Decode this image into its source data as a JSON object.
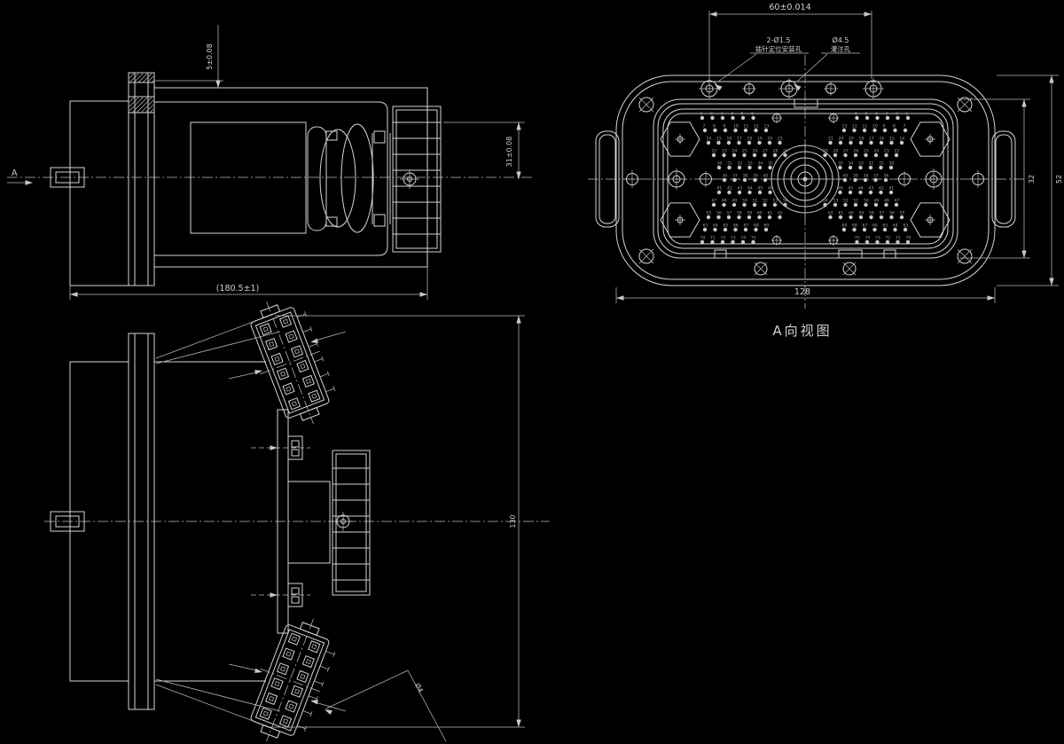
{
  "drawing": {
    "colors": {
      "background": "#000000",
      "line": "#d4d4d4",
      "dim_text": "#cfcfcf"
    },
    "side_view_top": {
      "view_label": "A",
      "dim_flange_lip": "5±0.08",
      "dim_axis_to_face": "31±0.08",
      "dim_overall_length": "(180.5±1)"
    },
    "front_view": {
      "dim_mount_hole_spacing": "60±0.014",
      "callout_locating_holes": {
        "line1": "2-Ø1.5",
        "line2": "插针定位安装孔"
      },
      "callout_potting_hole": {
        "line1": "Ø4.5",
        "line2": "灌注孔"
      },
      "dim_overall_width": "128",
      "dim_insert_height": "32",
      "dim_shell_height": "52",
      "caption": "A向视图"
    },
    "side_view_bottom": {
      "dim_overall_height": "130",
      "callout_pin_hole": "Ø4"
    }
  }
}
